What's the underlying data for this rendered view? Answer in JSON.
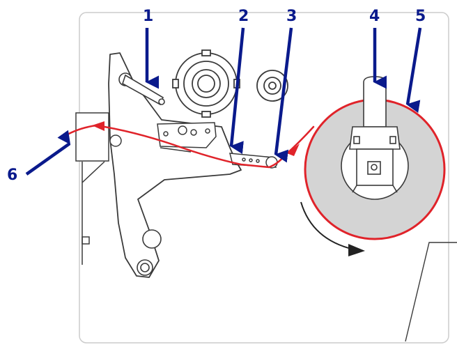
{
  "colors": {
    "callout": "#0a1a8c",
    "media_path": "#e0232a",
    "outline": "#3a3a3a",
    "roll_fill": "#d4d4d4",
    "panel_border": "#cccccc"
  },
  "callouts": [
    {
      "id": "1",
      "label": "1"
    },
    {
      "id": "2",
      "label": "2"
    },
    {
      "id": "3",
      "label": "3"
    },
    {
      "id": "4",
      "label": "4"
    },
    {
      "id": "5",
      "label": "5"
    },
    {
      "id": "6",
      "label": "6"
    }
  ],
  "icons": {
    "rotation": "curved-arrow-icon",
    "feed": "media-path-arrow-icon"
  }
}
